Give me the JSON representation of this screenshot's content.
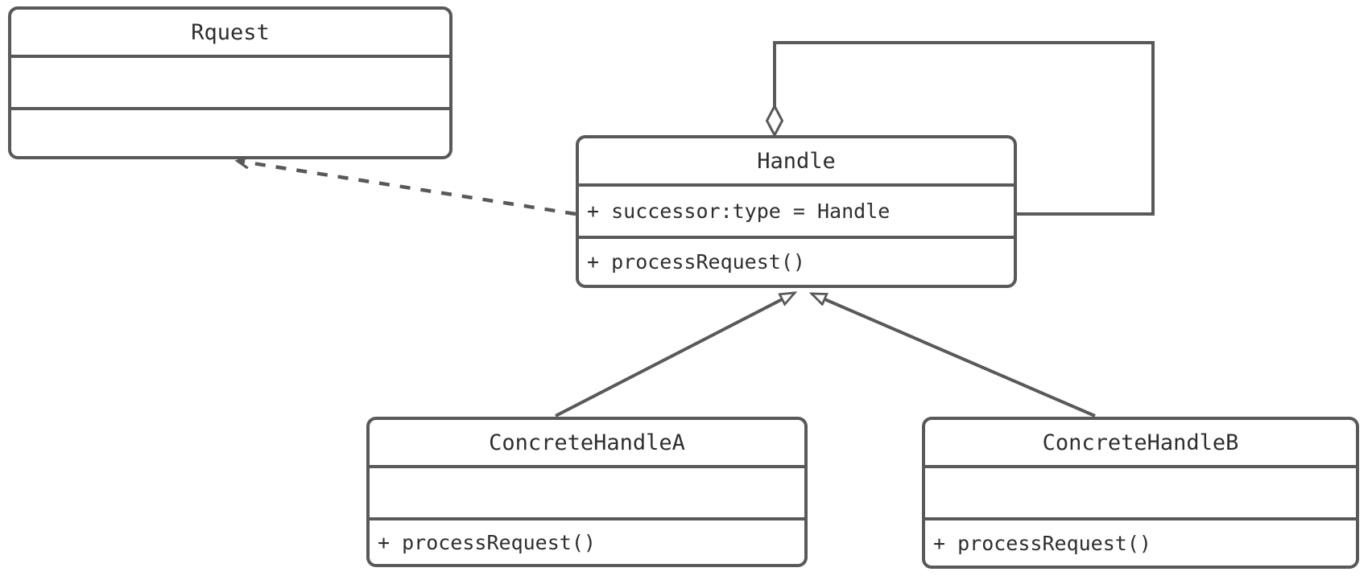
{
  "diagram": {
    "kind": "uml-class-diagram",
    "pattern": "chain-of-responsibility",
    "colors": {
      "stroke": "#595959",
      "text": "#2e2e2e",
      "background": "#ffffff"
    },
    "classes": [
      {
        "id": "rquest",
        "title": "Rquest",
        "attributes": [],
        "methods": []
      },
      {
        "id": "handle",
        "title": "Handle",
        "attributes": [
          "+ successor:type = Handle"
        ],
        "methods": [
          "+ processRequest()"
        ]
      },
      {
        "id": "concrete-handle-a",
        "title": "ConcreteHandleA",
        "attributes": [],
        "methods": [
          "+ processRequest()"
        ]
      },
      {
        "id": "concrete-handle-b",
        "title": "ConcreteHandleB",
        "attributes": [],
        "methods": [
          "+ processRequest()"
        ]
      }
    ],
    "relationships": [
      {
        "from": "Handle",
        "to": "Rquest",
        "type": "dependency",
        "style": "dashed-open-arrow"
      },
      {
        "from": "Handle",
        "to": "Handle",
        "type": "aggregation-self-loop",
        "style": "solid-hollow-diamond"
      },
      {
        "from": "ConcreteHandleA",
        "to": "Handle",
        "type": "generalization",
        "style": "solid-hollow-triangle"
      },
      {
        "from": "ConcreteHandleB",
        "to": "Handle",
        "type": "generalization",
        "style": "solid-hollow-triangle"
      }
    ]
  }
}
